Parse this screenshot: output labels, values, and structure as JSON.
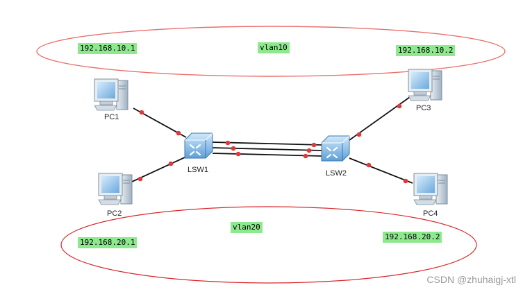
{
  "zones": {
    "vlan10": {
      "name": "vlan10",
      "ip_left": "192.168.10.1",
      "ip_right": "192.168.10.2",
      "color": "#e8706e"
    },
    "vlan20": {
      "name": "vlan20",
      "ip_left": "192.168.20.1",
      "ip_right": "192.168.20.2",
      "color": "#d9262b"
    }
  },
  "devices": {
    "pc1": "PC1",
    "pc2": "PC2",
    "pc3": "PC3",
    "pc4": "PC4",
    "lsw1": "LSW1",
    "lsw2": "LSW2"
  },
  "colors": {
    "label_bg": "#8ee88e",
    "port_dot": "#e0393b",
    "link": "#111111"
  },
  "watermark": "CSDN @zhuhaigj-xtl"
}
